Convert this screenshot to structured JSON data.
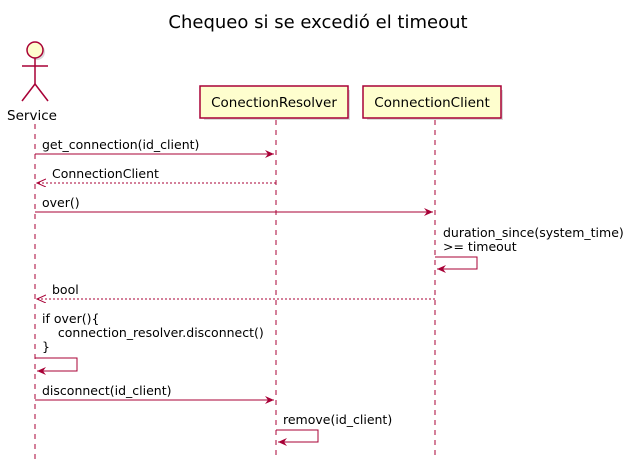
{
  "diagram": {
    "title": "Chequeo si se excedió el timeout",
    "actor": {
      "label": "Service"
    },
    "participants": [
      "ConectionResolver",
      "ConnectionClient"
    ],
    "messages": [
      {
        "lines": [
          "get_connection(id_client)"
        ]
      },
      {
        "lines": [
          "ConnectionClient"
        ]
      },
      {
        "lines": [
          "over()"
        ]
      },
      {
        "lines": [
          "duration_since(system_time)",
          ">= timeout"
        ]
      },
      {
        "lines": [
          "bool"
        ]
      },
      {
        "lines": [
          "if over(){",
          "    connection_resolver.disconnect()",
          "}"
        ]
      },
      {
        "lines": [
          "disconnect(id_client)"
        ]
      },
      {
        "lines": [
          "remove(id_client)"
        ]
      }
    ],
    "colors": {
      "line": "#A80036",
      "participant_fill": "#FEFECE"
    }
  }
}
